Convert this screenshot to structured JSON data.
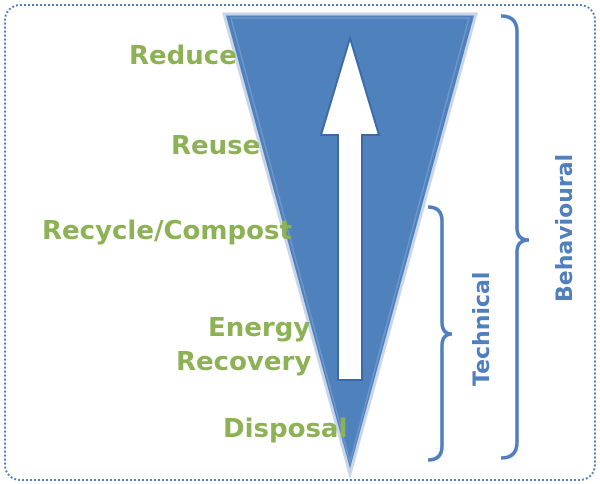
{
  "hierarchy": {
    "levels": [
      "Reduce",
      "Reuse",
      "Recycle/Compost",
      "Energy",
      "Recovery",
      "Disposal"
    ]
  },
  "brackets": {
    "technical_label": "Technical",
    "behavioural_label": "Behavioural"
  },
  "colors": {
    "triangle": "#4f81bd",
    "label_green": "#8db255",
    "bracket_blue": "#4f7fbd"
  }
}
